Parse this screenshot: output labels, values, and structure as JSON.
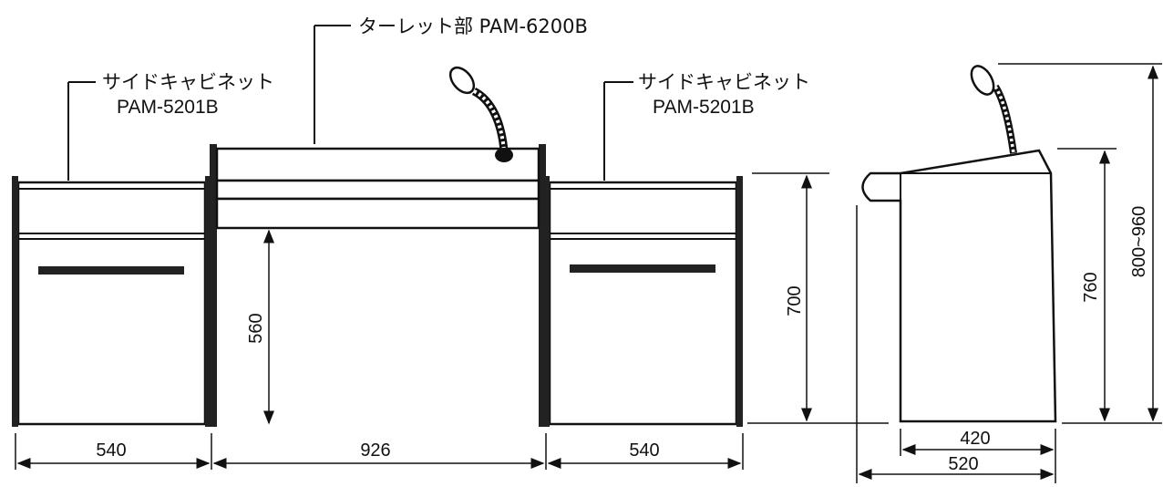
{
  "labels": {
    "turret": "ターレット部 PAM-6200B",
    "left_cabinet_name": "サイドキャビネット",
    "left_cabinet_model": "PAM-5201B",
    "right_cabinet_name": "サイドキャビネット",
    "right_cabinet_model": "PAM-5201B"
  },
  "dimensions": {
    "left_width": "540",
    "center_width": "926",
    "right_width": "540",
    "knee_height": "560",
    "height_700": "700",
    "side_depth_inner": "420",
    "side_depth_outer": "520",
    "side_height_760": "760",
    "side_height_range": "800~960"
  }
}
